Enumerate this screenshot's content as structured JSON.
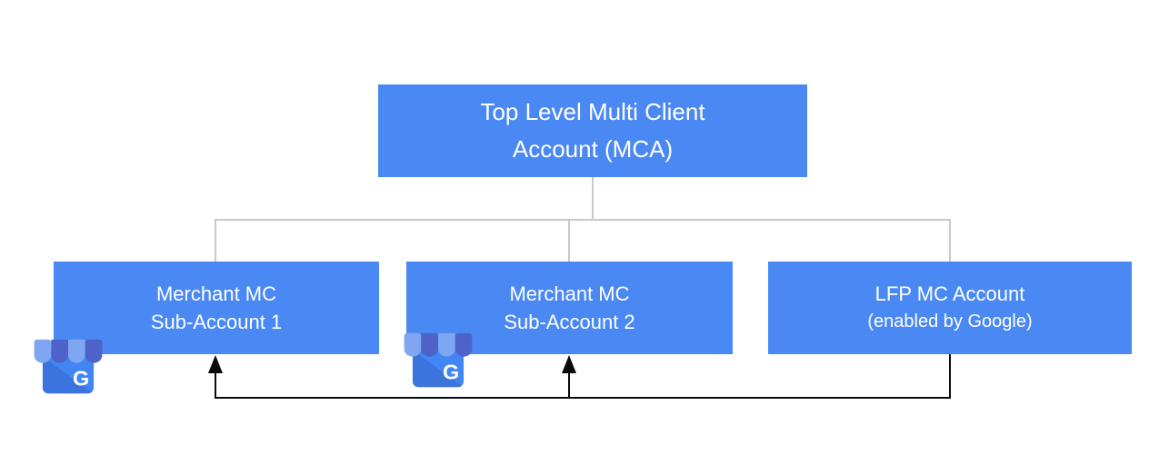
{
  "diagram": {
    "type": "account-hierarchy",
    "root_node": {
      "line1": "Top Level Multi Client",
      "line2": "Account (MCA)"
    },
    "child_nodes": [
      {
        "id": "merchant-sub-account-1",
        "line1": "Merchant MC",
        "line2": "Sub-Account 1"
      },
      {
        "id": "merchant-sub-account-2",
        "line1": "Merchant MC",
        "line2": "Sub-Account 2"
      },
      {
        "id": "lfp-mc-account",
        "line1": "LFP MC Account",
        "line2": "(enabled by Google)"
      }
    ],
    "icons": [
      {
        "name": "google-my-business-storefront-icon",
        "attached_to": "merchant-sub-account-1",
        "glyph": "G"
      },
      {
        "name": "google-my-business-storefront-icon",
        "attached_to": "merchant-sub-account-2",
        "glyph": "G"
      }
    ],
    "connectors": {
      "tree_lines_color": "#c9c9c9",
      "feed_arrows_color": "#0a0a0a",
      "feed_arrows_from": "lfp-mc-account",
      "feed_arrows_to": [
        "merchant-sub-account-1",
        "merchant-sub-account-2"
      ]
    },
    "colors": {
      "node_fill": "#4a89f3",
      "node_text": "#ffffff",
      "background": "#ffffff",
      "gmb_body": "#4285f4",
      "gmb_body_shade": "#3c74dd",
      "gmb_awning_light": "#7fa6f0",
      "gmb_awning_dark": "#4e63c9",
      "gmb_glyph": "#ffffff"
    }
  }
}
